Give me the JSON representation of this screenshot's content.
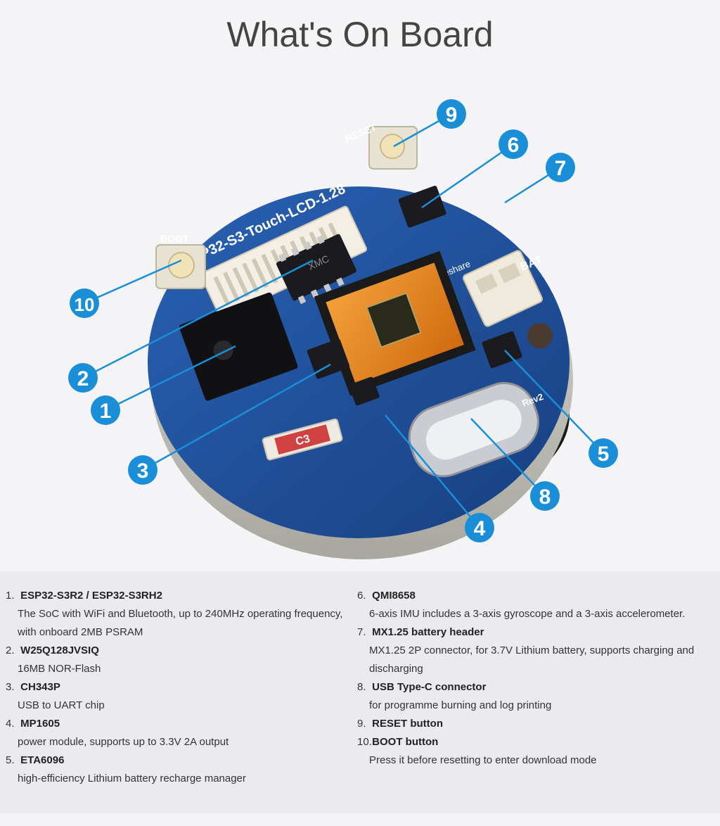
{
  "header": {
    "title": "What's On Board"
  },
  "board": {
    "silkscreen_name": "ESP32-S3-Touch-LCD-1.28",
    "reset_label": "RESET",
    "boot_label": "BOOT",
    "bat_label": "BAT",
    "chip_label": "C3",
    "flash_chip_label": "XMC",
    "brand_label": "Waveshare",
    "rev_label": "Rev2"
  },
  "callouts": [
    "1",
    "2",
    "3",
    "4",
    "5",
    "6",
    "7",
    "8",
    "9",
    "10"
  ],
  "legend": {
    "left": [
      {
        "num": "1.",
        "name": "ESP32-S3R2 / ESP32-S3RH2",
        "desc": [
          "The SoC with WiFi and Bluetooth, up to 240MHz operating frequency,",
          "with onboard 2MB PSRAM"
        ]
      },
      {
        "num": "2.",
        "name": "W25Q128JVSIQ",
        "desc": [
          "16MB NOR-Flash"
        ]
      },
      {
        "num": "3.",
        "name": "CH343P",
        "desc": [
          "USB to UART chip"
        ]
      },
      {
        "num": "4.",
        "name": "MP1605",
        "desc": [
          "power module, supports up to 3.3V 2A output"
        ]
      },
      {
        "num": "5.",
        "name": "ETA6096",
        "desc": [
          "high-efficiency Lithium battery recharge manager"
        ]
      }
    ],
    "right": [
      {
        "num": "6.",
        "name": "QMI8658",
        "desc": [
          "6-axis IMU includes a 3-axis gyroscope and a 3-axis accelerometer."
        ]
      },
      {
        "num": "7.",
        "name": "MX1.25 battery header",
        "desc": [
          "MX1.25 2P connector, for 3.7V Lithium battery, supports charging and",
          "discharging"
        ]
      },
      {
        "num": "8.",
        "name": "USB Type-C connector",
        "desc": [
          "for programme burning and log printing"
        ]
      },
      {
        "num": "9.",
        "name": "RESET button",
        "desc": []
      },
      {
        "num": "10.",
        "name": "BOOT button",
        "desc": [
          "Press it before resetting to enter download mode"
        ]
      }
    ]
  },
  "colors": {
    "accent": "#1a8fd8",
    "pcb": "#1f4f9a",
    "legend_bg": "#ebebef"
  }
}
